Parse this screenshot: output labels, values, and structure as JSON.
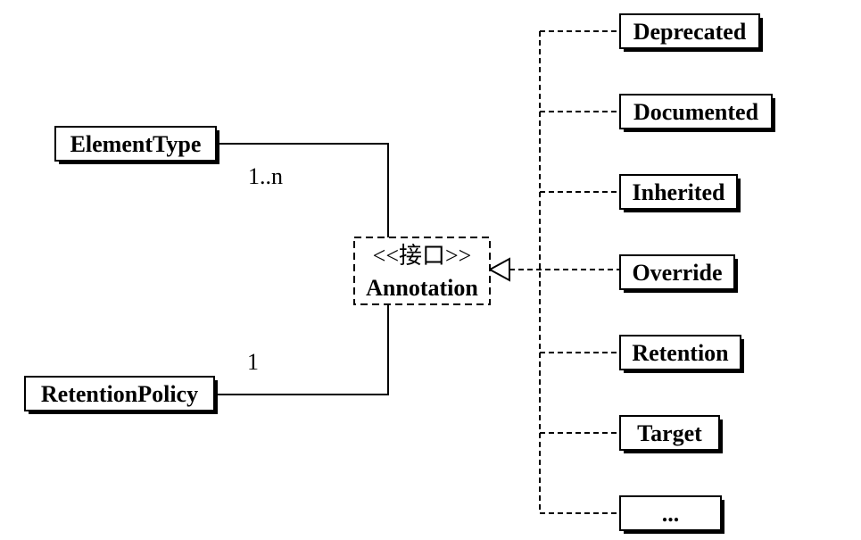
{
  "left_classes": {
    "element_type": "ElementType",
    "retention_policy": "RetentionPolicy"
  },
  "multiplicity": {
    "element_type": "1..n",
    "retention_policy": "1"
  },
  "annotation": {
    "stereotype": "<<接口>>",
    "name": "Annotation"
  },
  "implementations": [
    "Deprecated",
    "Documented",
    "Inherited",
    "Override",
    "Retention",
    "Target",
    "..."
  ]
}
